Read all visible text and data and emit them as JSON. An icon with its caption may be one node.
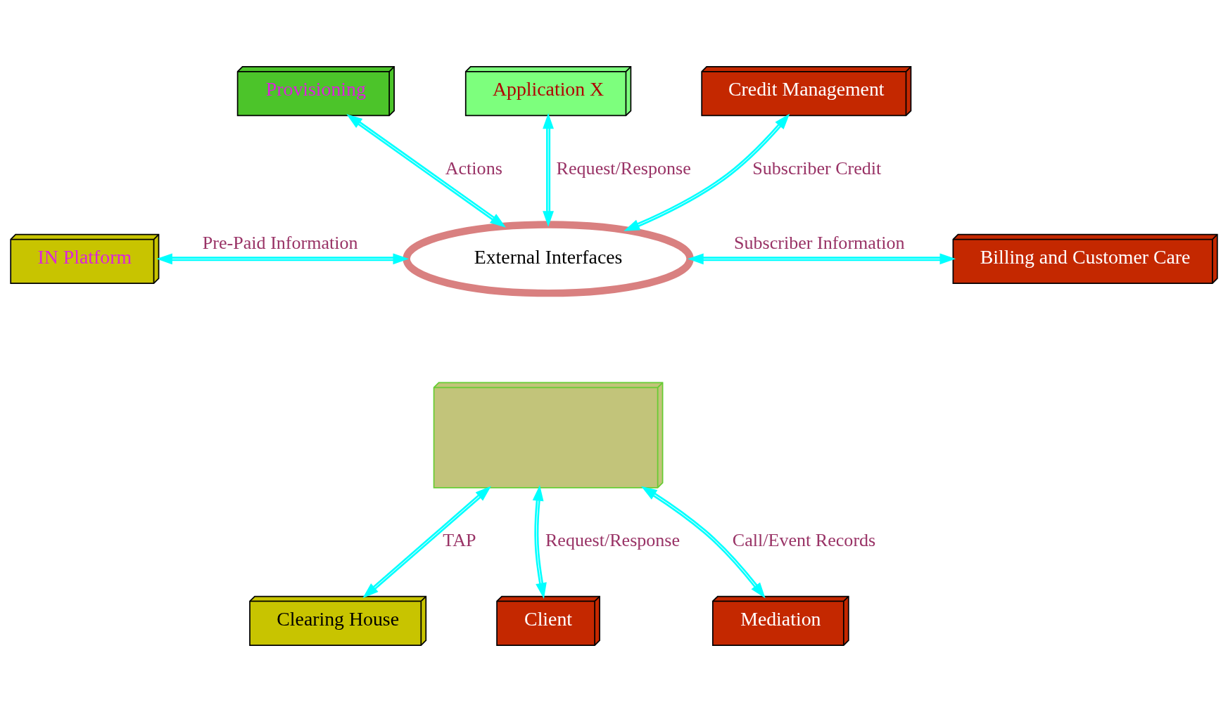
{
  "diagram": {
    "nodes": [
      {
        "text": [
          "Provisioning"
        ]
      },
      {
        "text": [
          "Application X"
        ]
      },
      {
        "text": [
          "Credit Management"
        ]
      },
      {
        "text": [
          "External Interfaces"
        ]
      },
      {
        "text": [
          "IN Platform"
        ]
      },
      {
        "text": [
          "Billing and Customer Care"
        ]
      },
      {
        "text": [],
        "shape": "box"
      },
      {
        "text": [
          "Clearing House"
        ]
      },
      {
        "text": [
          "Client"
        ]
      },
      {
        "text": [
          "Mediation"
        ]
      }
    ],
    "edges": [
      {
        "from": 1,
        "to": 3,
        "arrow": "both",
        "label": "Request/Response"
      },
      {
        "from": 0,
        "to": 3,
        "arrow": "both",
        "label": "Actions"
      },
      {
        "from": 2,
        "to": 3,
        "arrow": "both",
        "label": "Subscriber Credit"
      },
      {
        "from": 4,
        "to": 3,
        "arrow": "both",
        "label": "Pre-Paid Information"
      },
      {
        "from": 3,
        "to": 5,
        "arrow": "both",
        "label": "Subscriber Information"
      },
      {
        "from": 6,
        "to": 7,
        "arrow": "both",
        "label": "TAP"
      },
      {
        "from": 6,
        "to": 8,
        "arrow": "both",
        "label": "Request/Response"
      },
      {
        "from": 6,
        "to": 9,
        "arrow": "both",
        "label": "Call/Event Records"
      }
    ]
  }
}
